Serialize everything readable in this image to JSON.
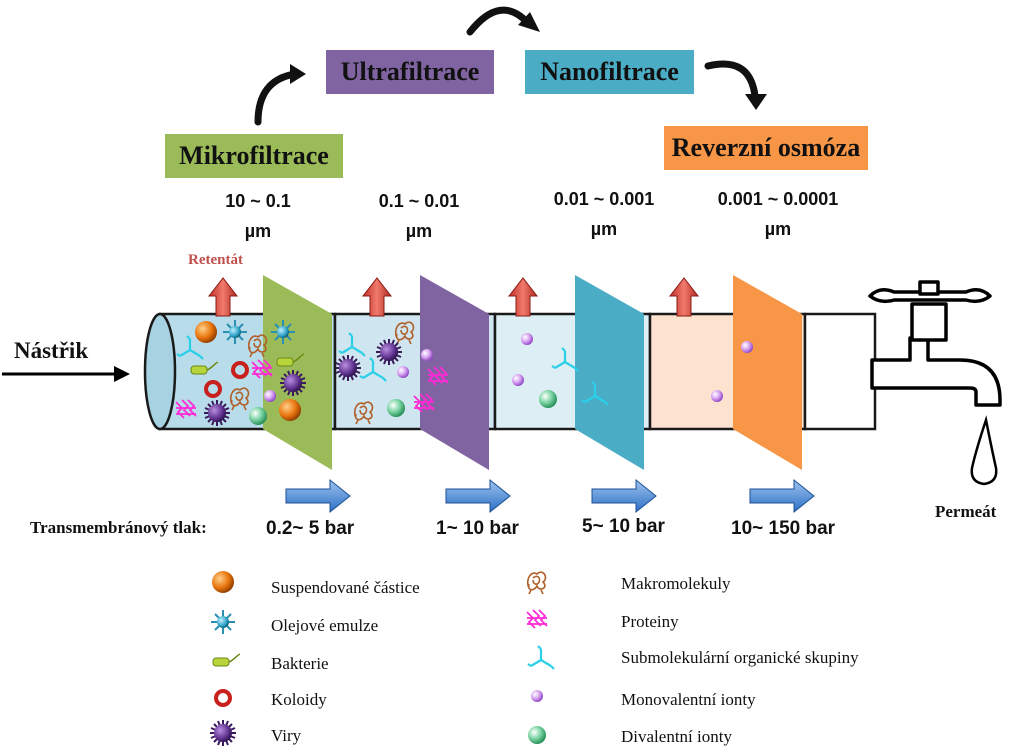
{
  "stages": [
    {
      "name": "Mikrofiltrace",
      "color": "#9bbb59",
      "size_line1": "10 ~ 0.1",
      "size_unit": "µm",
      "pressure": "0.2~ 5 bar"
    },
    {
      "name": "Ultrafiltrace",
      "color": "#8064a2",
      "size_line1": "0.1 ~ 0.01",
      "size_unit": "µm",
      "pressure": "1~ 10 bar"
    },
    {
      "name": "Nanofiltrace",
      "color": "#4bacc6",
      "size_line1": "0.01 ~ 0.001",
      "size_unit": "µm",
      "pressure": "5~ 10 bar"
    },
    {
      "name": "Reverzní osmóza",
      "color": "#f79646",
      "size_line1": "0.001 ~ 0.0001",
      "size_unit": "µm",
      "pressure": "10~ 150 bar"
    }
  ],
  "labels": {
    "feed": "Nástřik",
    "retentate": "Retentát",
    "permeate": "Permeát",
    "pressure_title": "Transmembránový tlak:"
  },
  "legend": [
    {
      "icon": "suspended-particle-icon",
      "text": "Suspendované částice"
    },
    {
      "icon": "oil-emulsion-icon",
      "text": "Olejové emulze"
    },
    {
      "icon": "bacteria-icon",
      "text": "Bakterie"
    },
    {
      "icon": "colloid-icon",
      "text": "Koloidy"
    },
    {
      "icon": "virus-icon",
      "text": "Viry"
    },
    {
      "icon": "macromolecule-icon",
      "text": "Makromolekuly"
    },
    {
      "icon": "protein-icon",
      "text": "Proteiny"
    },
    {
      "icon": "submolecular-group-icon",
      "text": "Submolekulární organické skupiny"
    },
    {
      "icon": "monovalent-ion-icon",
      "text": "Monovalentní ionty"
    },
    {
      "icon": "divalent-ion-icon",
      "text": "Divalentní ionty"
    }
  ]
}
